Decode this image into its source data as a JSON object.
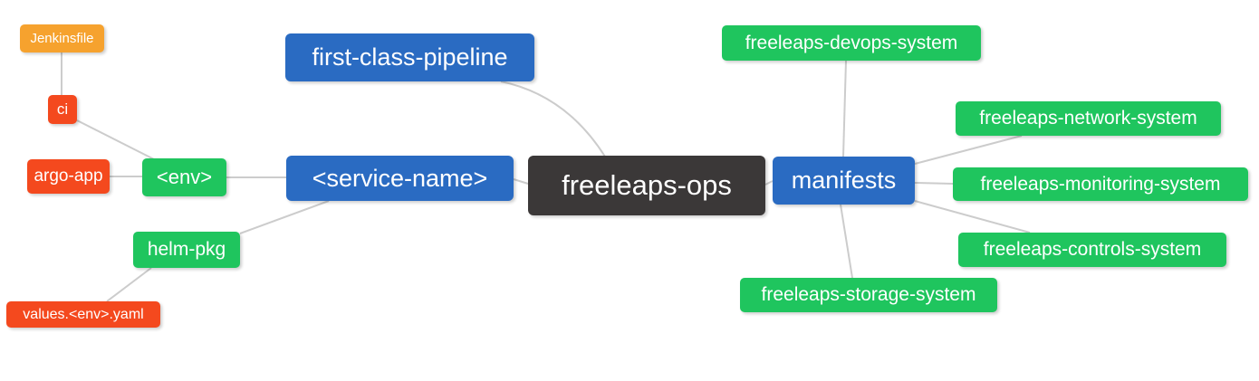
{
  "diagram": {
    "type": "mindmap",
    "root_label": "freeleaps-ops"
  },
  "colors": {
    "blue": "#2a6bc2",
    "green": "#1fc55e",
    "red": "#f4491e",
    "orange": "#f6a22e",
    "dark": "#3b3838",
    "edge": "#cccccc",
    "text": "#ffffff",
    "background": "#ffffff"
  },
  "nodes": {
    "jenkinsfile": {
      "label": "Jenkinsfile",
      "color": "orange"
    },
    "ci": {
      "label": "ci",
      "color": "red"
    },
    "argo_app": {
      "label": "argo-app",
      "color": "red"
    },
    "env": {
      "label": "<env>",
      "color": "green"
    },
    "first_class_pipeline": {
      "label": "first-class-pipeline",
      "color": "blue"
    },
    "service_name": {
      "label": "<service-name>",
      "color": "blue"
    },
    "freeleaps_ops": {
      "label": "freeleaps-ops",
      "color": "dark"
    },
    "manifests": {
      "label": "manifests",
      "color": "blue"
    },
    "helm_pkg": {
      "label": "helm-pkg",
      "color": "green"
    },
    "values_env_yaml": {
      "label": "values.<env>.yaml",
      "color": "red"
    },
    "devops_system": {
      "label": "freeleaps-devops-system",
      "color": "green"
    },
    "network_system": {
      "label": "freeleaps-network-system",
      "color": "green"
    },
    "monitoring_system": {
      "label": "freeleaps-monitoring-system",
      "color": "green"
    },
    "controls_system": {
      "label": "freeleaps-controls-system",
      "color": "green"
    },
    "storage_system": {
      "label": "freeleaps-storage-system",
      "color": "green"
    }
  },
  "edges": [
    {
      "from": "jenkinsfile",
      "to": "ci"
    },
    {
      "from": "ci",
      "to": "env"
    },
    {
      "from": "argo_app",
      "to": "env"
    },
    {
      "from": "env",
      "to": "service_name"
    },
    {
      "from": "service_name",
      "to": "helm_pkg"
    },
    {
      "from": "helm_pkg",
      "to": "values_env_yaml"
    },
    {
      "from": "first_class_pipeline",
      "to": "freeleaps_ops"
    },
    {
      "from": "service_name",
      "to": "freeleaps_ops"
    },
    {
      "from": "freeleaps_ops",
      "to": "manifests"
    },
    {
      "from": "manifests",
      "to": "devops_system"
    },
    {
      "from": "manifests",
      "to": "network_system"
    },
    {
      "from": "manifests",
      "to": "monitoring_system"
    },
    {
      "from": "manifests",
      "to": "controls_system"
    },
    {
      "from": "manifests",
      "to": "storage_system"
    }
  ]
}
